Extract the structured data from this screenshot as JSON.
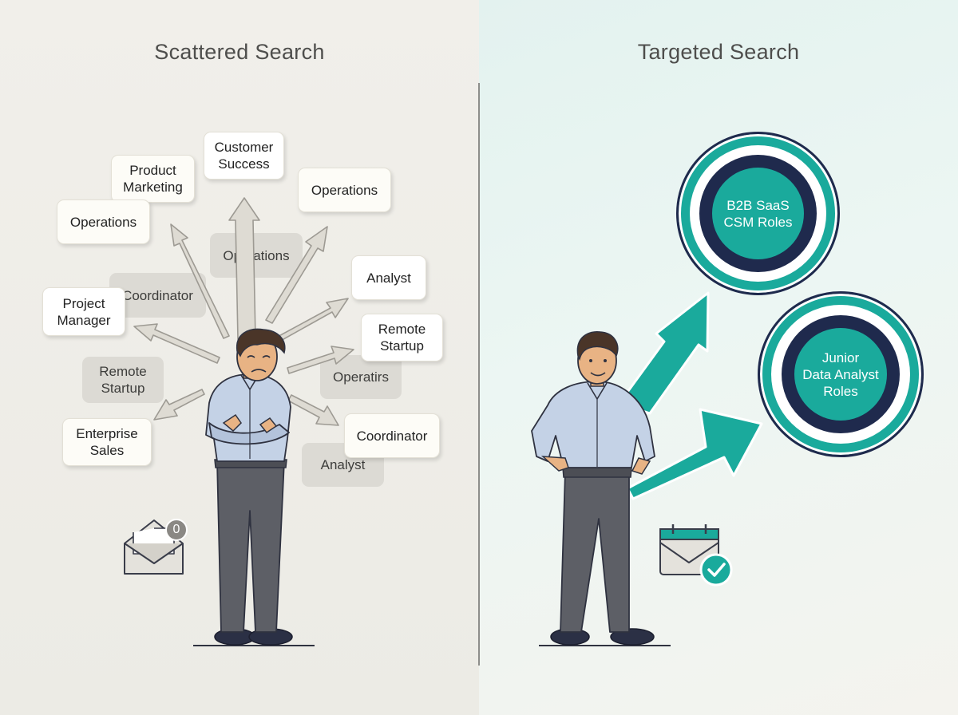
{
  "left_panel": {
    "title": "Scattered Search",
    "faded_roles": [
      "Operations",
      "Coordinator",
      "Remote\nStartup",
      "Operatirs",
      "Analyst"
    ],
    "roles": [
      "Customer\nSuccess",
      "Product\nMarketing",
      "Operations",
      "Operations",
      "Analyst",
      "Project\nManager",
      "Remote\nStartup",
      "Enterprise\nSales",
      "Coordinator"
    ],
    "inbox_count": "0"
  },
  "right_panel": {
    "title": "Targeted Search",
    "targets": [
      "B2B SaaS\nCSM Roles",
      "Junior\nData Analyst\nRoles"
    ]
  },
  "colors": {
    "teal": "#1aaa9c",
    "navy": "#1f2a4d",
    "shirt": "#c4d2e6",
    "pants": "#5d5f66",
    "skin": "#e8b384",
    "hair": "#4a3528"
  },
  "icons": [
    "envelope-icon",
    "calendar-icon",
    "check-icon",
    "arrow-icon"
  ]
}
